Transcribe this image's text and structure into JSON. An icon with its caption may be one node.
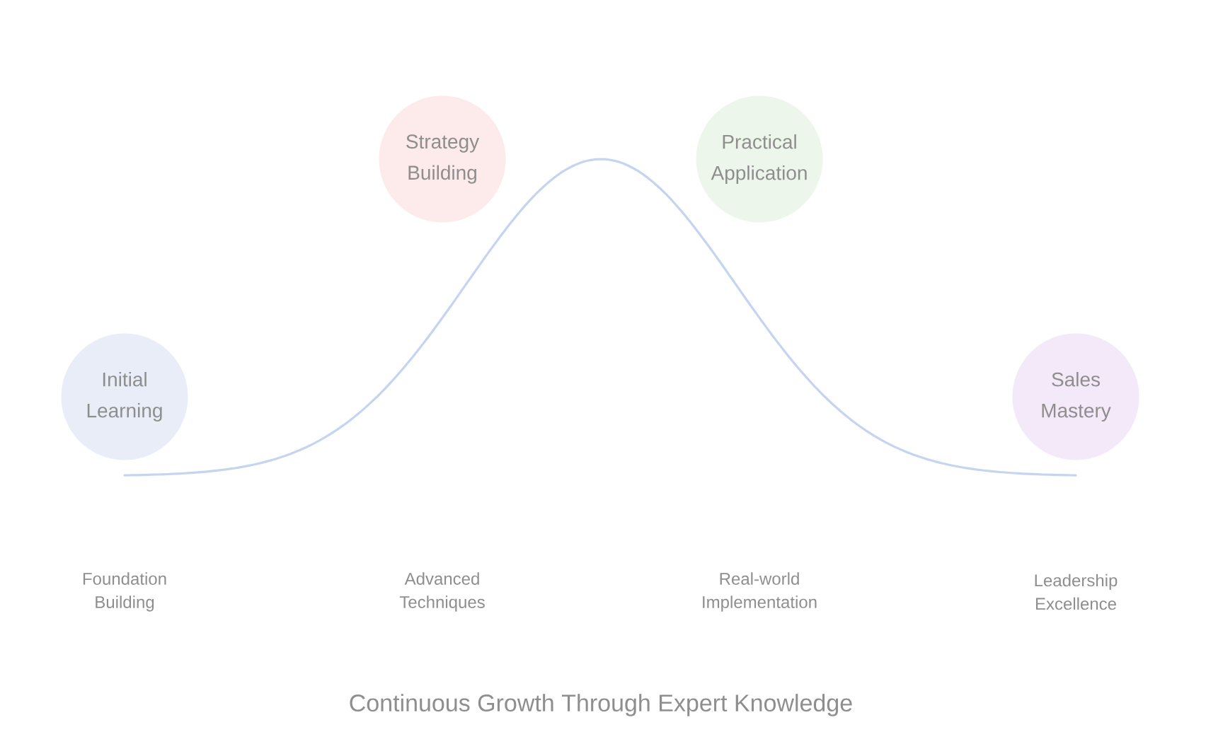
{
  "diagram": {
    "caption": "Continuous Growth Through Expert Knowledge",
    "nodes": [
      {
        "text": [
          "Initial Learning"
        ]
      },
      {
        "text": [
          "Strategy Building"
        ]
      },
      {
        "text": [
          "Practical Application"
        ]
      },
      {
        "text": [
          "Sales Mastery"
        ]
      }
    ],
    "labels": [
      "Foundation Building",
      "Advanced Techniques",
      "Real-world Implementation",
      "Leadership Excellence"
    ]
  }
}
